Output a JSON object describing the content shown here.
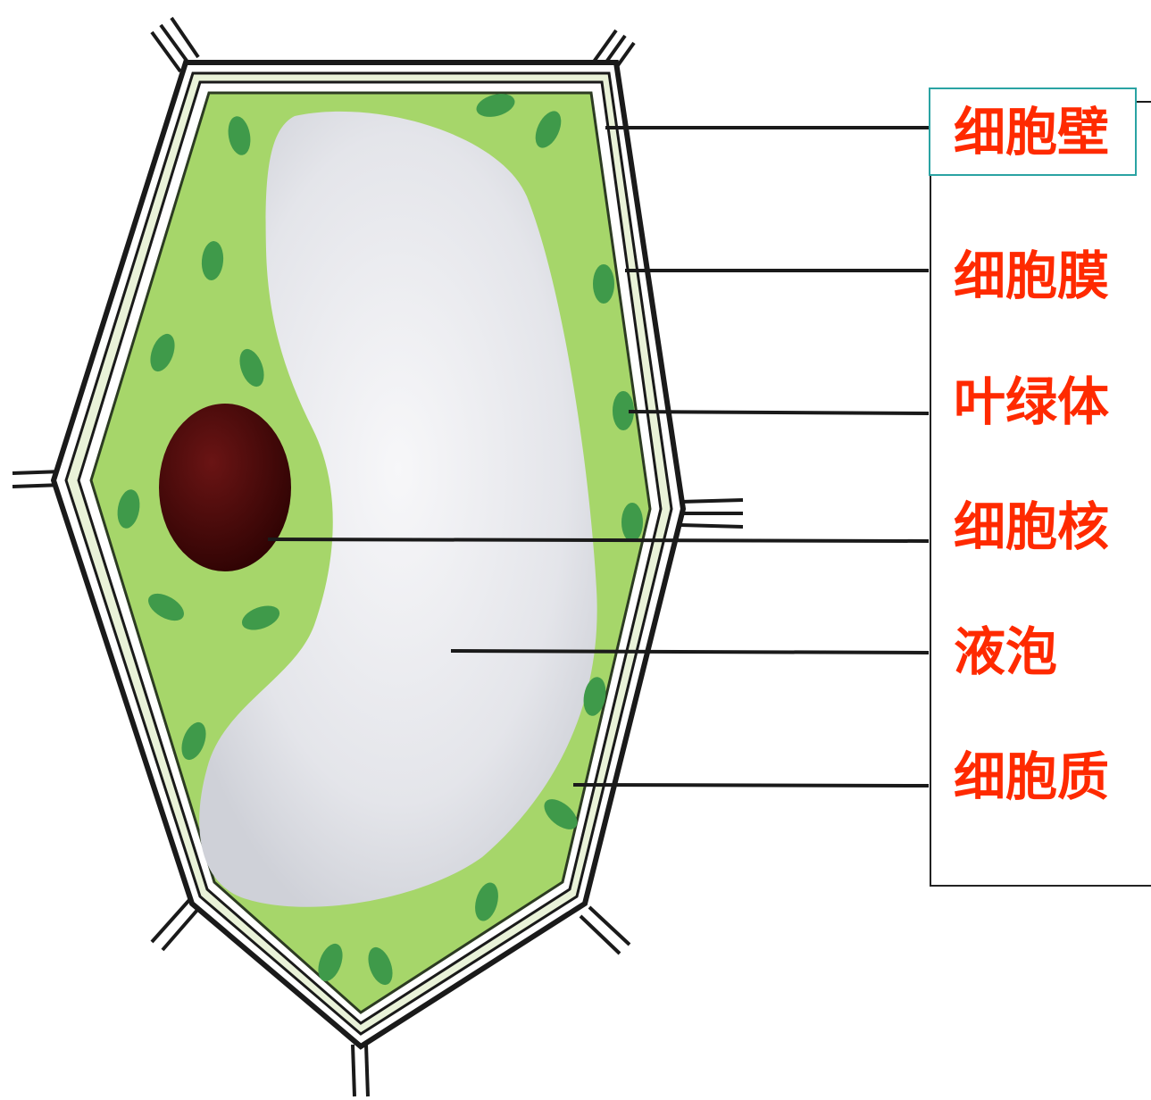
{
  "labels": [
    {
      "id": "cell-wall",
      "text": "细胞壁"
    },
    {
      "id": "cell-membrane",
      "text": "细胞膜"
    },
    {
      "id": "chloroplast",
      "text": "叶绿体"
    },
    {
      "id": "nucleus",
      "text": "细胞核"
    },
    {
      "id": "vacuole",
      "text": "液泡"
    },
    {
      "id": "cytoplasm",
      "text": "细胞质"
    }
  ],
  "colors": {
    "label_text": "#ff2a00",
    "cytoplasm": "#a6d66a",
    "chloroplast": "#3f9a4a",
    "nucleus": "#3e0606",
    "vacuole": "#e9eaee",
    "wall": "#1a1a1a",
    "highlight": "#2aa3a3"
  }
}
